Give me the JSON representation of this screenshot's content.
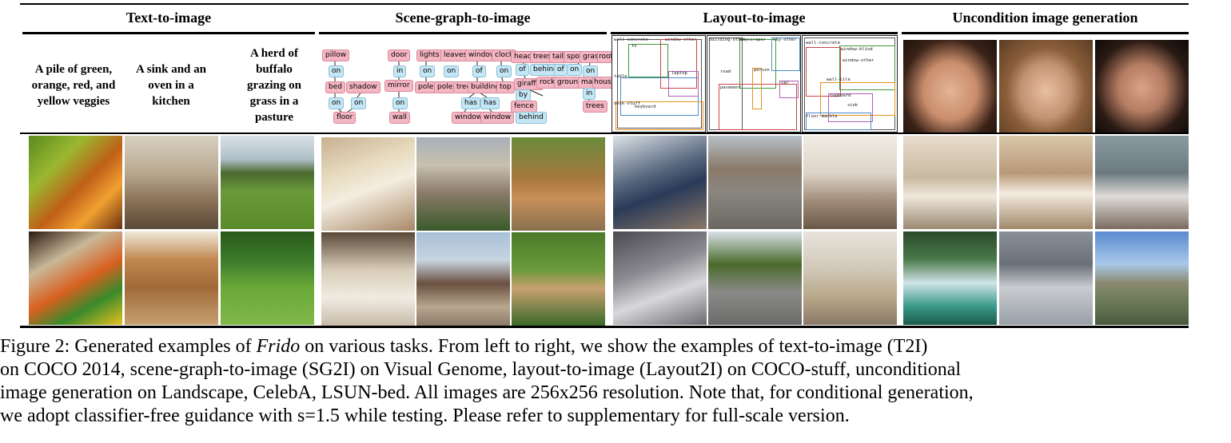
{
  "headers": [
    "Text-to-image",
    "Scene-graph-to-image",
    "Layout-to-image",
    "Uncondition image generation"
  ],
  "t2i_prompts": [
    "A pile of green, orange, red, and yellow veggies",
    "A sink and an oven in a kitchen",
    "A herd of buffalo grazing on grass in a pasture"
  ],
  "scene_graphs": [
    {
      "objects": [
        "pillow",
        "bed",
        "shadow",
        "floor"
      ],
      "relations": [
        "on",
        "on",
        "on"
      ]
    },
    {
      "objects": [
        "door",
        "mirror",
        "wall"
      ],
      "relations": [
        "in",
        "on"
      ]
    },
    {
      "objects": [
        "lights",
        "leaves",
        "window",
        "clock",
        "pole",
        "pole",
        "tree",
        "building",
        "top",
        "window",
        "window"
      ],
      "relations": [
        "on",
        "on",
        "on",
        "of",
        "on",
        "has",
        "has"
      ]
    },
    {
      "objects": [
        "head",
        "trees",
        "tail",
        "spot",
        "grass",
        "roof",
        "giraffe",
        "rock",
        "ground",
        "man",
        "house",
        "fence",
        "behind",
        "trees"
      ],
      "relations": [
        "of",
        "behind",
        "of",
        "on",
        "on",
        "on",
        "by",
        "in"
      ]
    }
  ],
  "layout_labels": [
    [
      "wall-concrete",
      "window-other",
      "tv",
      "table",
      "laptop",
      "desk-stuff",
      "keyboard"
    ],
    [
      "building-other",
      "skyscraper",
      "sky-other",
      "road",
      "person",
      "car",
      "pavement"
    ],
    [
      "wall-concrete",
      "window-blind",
      "window-other",
      "wall-tile",
      "cupboard",
      "floor-marble",
      "sink"
    ]
  ],
  "caption": {
    "prefix": "Figure 2: Generated examples of ",
    "model": "Frido",
    "line1_rest": " on various tasks. From left to right, we show the examples of text-to-image (T2I)",
    "line2": "on COCO 2014, scene-graph-to-image (SG2I) on Visual Genome, layout-to-image (Layout2I) on COCO-stuff, unconditional",
    "line3": "image generation on Landscape, CelebA, LSUN-bed. All images are 256x256 resolution. Note that, for conditional generation,",
    "line4": "we adopt classifier-free guidance with s=1.5 while testing. Please refer to supplementary for full-scale version."
  }
}
